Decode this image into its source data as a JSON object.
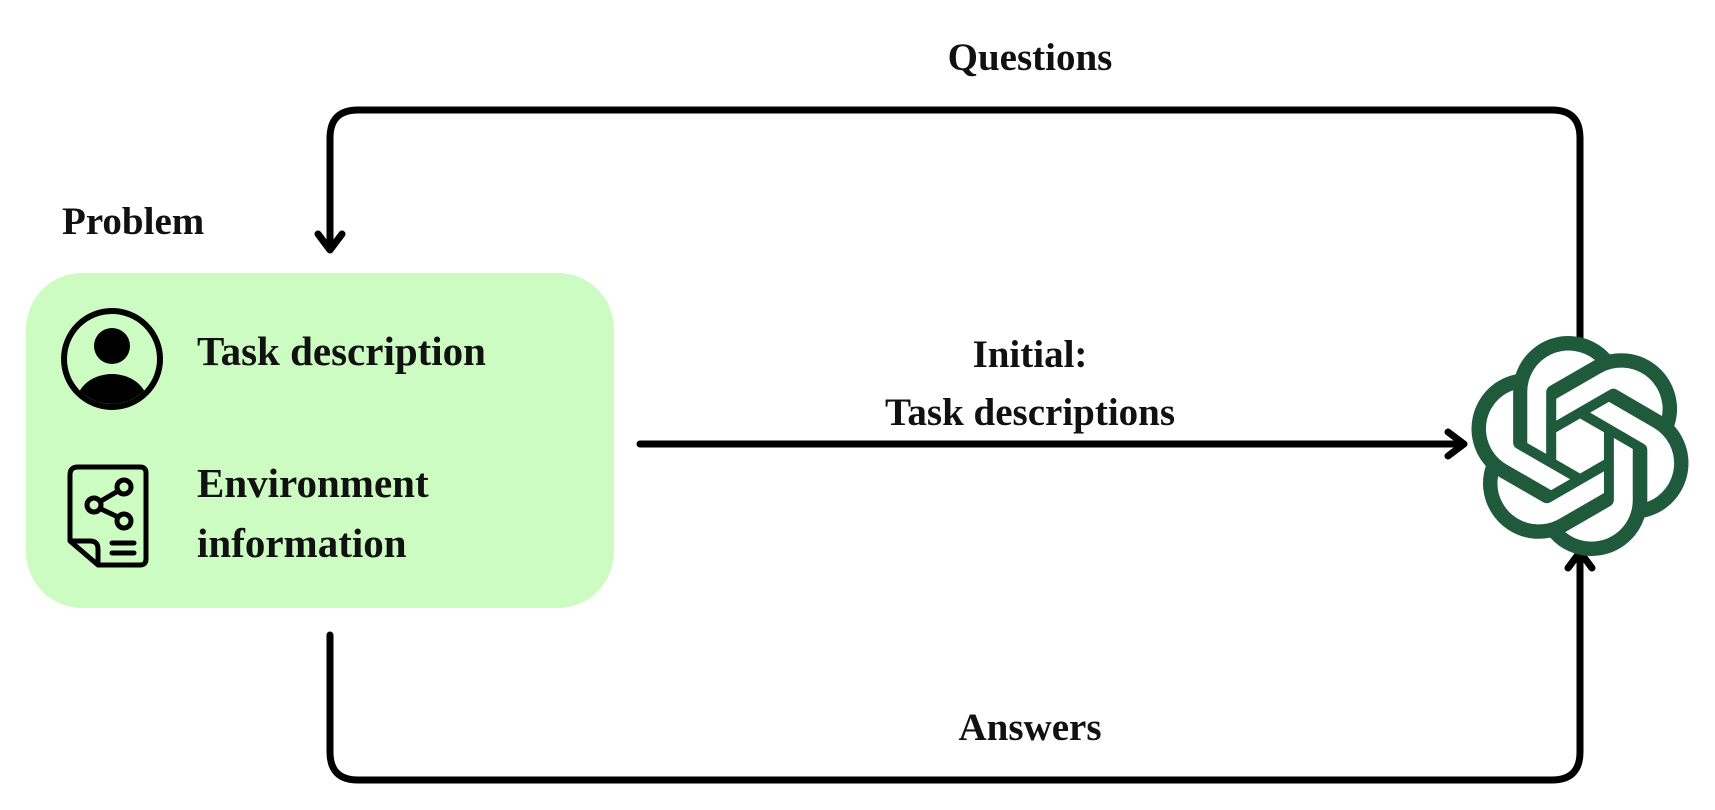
{
  "diagram": {
    "labels": {
      "questions": "Questions",
      "problem": "Problem",
      "initial_line1": "Initial:",
      "initial_line2": "Task descriptions",
      "answers": "Answers"
    },
    "problem_box": {
      "task": "Task description",
      "env_line1": "Environment",
      "env_line2": "information"
    },
    "icons": {
      "user": "user-circle-icon",
      "document": "document-share-icon",
      "ai_model": "openai-logo-icon"
    },
    "colors": {
      "box_fill": "#cdfcc2",
      "logo_green": "#1f5a3c",
      "line": "#000000"
    }
  }
}
